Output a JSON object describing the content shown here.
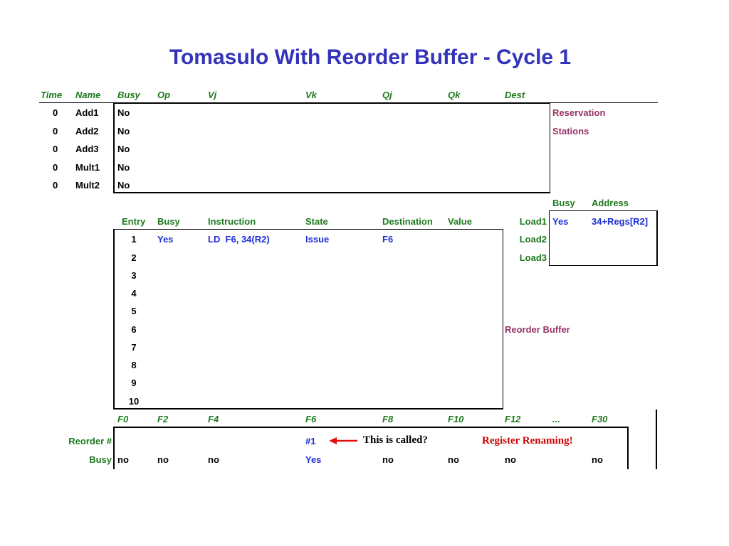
{
  "title": "Tomasulo With Reorder Buffer - Cycle 1",
  "rs": {
    "headers": [
      "Time",
      "Name",
      "Busy",
      "Op",
      "Vj",
      "Vk",
      "Qj",
      "Qk",
      "Dest"
    ],
    "rows": [
      {
        "time": "0",
        "name": "Add1",
        "busy": "No"
      },
      {
        "time": "0",
        "name": "Add2",
        "busy": "No"
      },
      {
        "time": "0",
        "name": "Add3",
        "busy": "No"
      },
      {
        "time": "0",
        "name": "Mult1",
        "busy": "No"
      },
      {
        "time": "0",
        "name": "Mult2",
        "busy": "No"
      }
    ],
    "label_line1": "Reservation",
    "label_line2": "Stations"
  },
  "load": {
    "headers": [
      "Busy",
      "Address"
    ],
    "rows": [
      {
        "name": "Load1",
        "busy": "Yes",
        "address": "34+Regs[R2]"
      },
      {
        "name": "Load2",
        "busy": "",
        "address": ""
      },
      {
        "name": "Load3",
        "busy": "",
        "address": ""
      }
    ]
  },
  "rob": {
    "headers": [
      "Entry",
      "Busy",
      "Instruction",
      "State",
      "Destination",
      "Value"
    ],
    "rows": [
      {
        "entry": "1",
        "busy": "Yes",
        "instruction": "LD  F6, 34(R2)",
        "state": "Issue",
        "destination": "F6",
        "value": ""
      },
      {
        "entry": "2"
      },
      {
        "entry": "3"
      },
      {
        "entry": "4"
      },
      {
        "entry": "5"
      },
      {
        "entry": "6"
      },
      {
        "entry": "7"
      },
      {
        "entry": "8"
      },
      {
        "entry": "9"
      },
      {
        "entry": "10"
      }
    ],
    "label": "Reorder Buffer"
  },
  "regs": {
    "headers": [
      "F0",
      "F2",
      "F4",
      "F6",
      "F8",
      "F10",
      "F12",
      "...",
      "F30"
    ],
    "reorder_label": "Reorder #",
    "busy_label": "Busy",
    "reorder_values": [
      "",
      "",
      "",
      "#1",
      "",
      "",
      "",
      "",
      ""
    ],
    "busy_values": [
      "no",
      "no",
      "no",
      "Yes",
      "no",
      "no",
      "no",
      "",
      "no"
    ]
  },
  "annotation": {
    "question": "This is called?",
    "answer": "Register Renaming!"
  },
  "colors": {
    "title": "#3333bb",
    "header": "#1e7a1e",
    "value": "#1f2fd6",
    "label": "#993366",
    "arrow": "#e01010",
    "answer": "#cc0000"
  }
}
